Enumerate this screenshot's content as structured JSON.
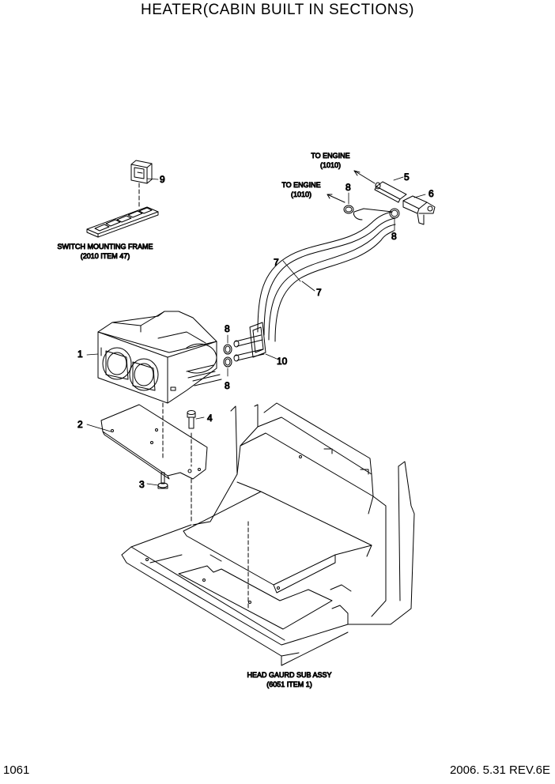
{
  "title": "HEATER(CABIN BUILT IN SECTIONS)",
  "footer": {
    "page": "1061",
    "date_rev": "2006. 5.31  REV.6E"
  },
  "annotations": {
    "to_engine_1": {
      "line1": "TO ENGINE",
      "line2": "(1010)"
    },
    "to_engine_2": {
      "line1": "TO ENGINE",
      "line2": "(1010)"
    },
    "switch_frame": {
      "line1": "SWITCH MOUNTING FRAME",
      "line2": "(2010 ITEM 47)"
    },
    "head_guard": {
      "line1": "HEAD GAURD SUB ASSY",
      "line2": "(6051 ITEM 1)"
    }
  },
  "callouts": {
    "c1": "1",
    "c2": "2",
    "c3": "3",
    "c4": "4",
    "c5": "5",
    "c6": "6",
    "c7a": "7",
    "c7b": "7",
    "c8a": "8",
    "c8b": "8",
    "c8c": "8",
    "c8d": "8",
    "c9": "9",
    "c10": "10"
  }
}
